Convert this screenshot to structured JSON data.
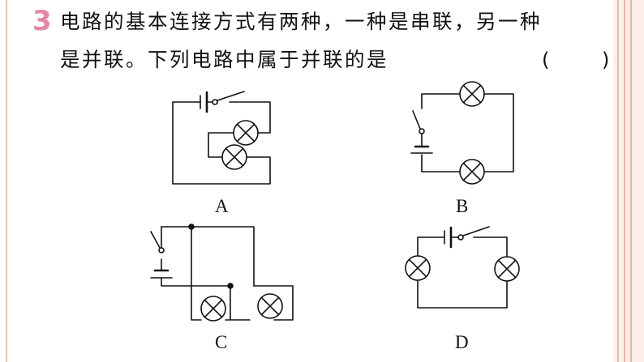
{
  "question": {
    "number": "3",
    "line1": "电路的基本连接方式有两种，一种是串联，另一种",
    "line2": "是并联。下列电路中属于并联的是",
    "paren_open": "(",
    "paren_close": ")"
  },
  "options": [
    "A",
    "B",
    "C",
    "D"
  ],
  "colors": {
    "question_number": "#e389a6",
    "text": "#111111",
    "side_strip": "#fcefe9",
    "side_lines": "#e8b7a8"
  }
}
